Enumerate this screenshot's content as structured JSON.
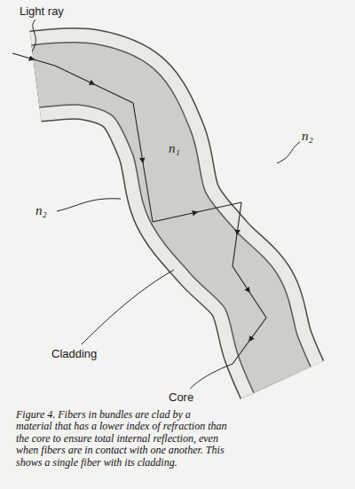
{
  "diagram": {
    "caption": "Figure 4. Fibers in bundles are clad by a material that has a lower index of refraction than the core to ensure total internal reflection, even when fibers are in contact with one another. This shows a single fiber with its cladding.",
    "labels": [
      "Light ray",
      "n₂",
      "n₁",
      "n₂",
      "Cladding",
      "Core"
    ]
  }
}
